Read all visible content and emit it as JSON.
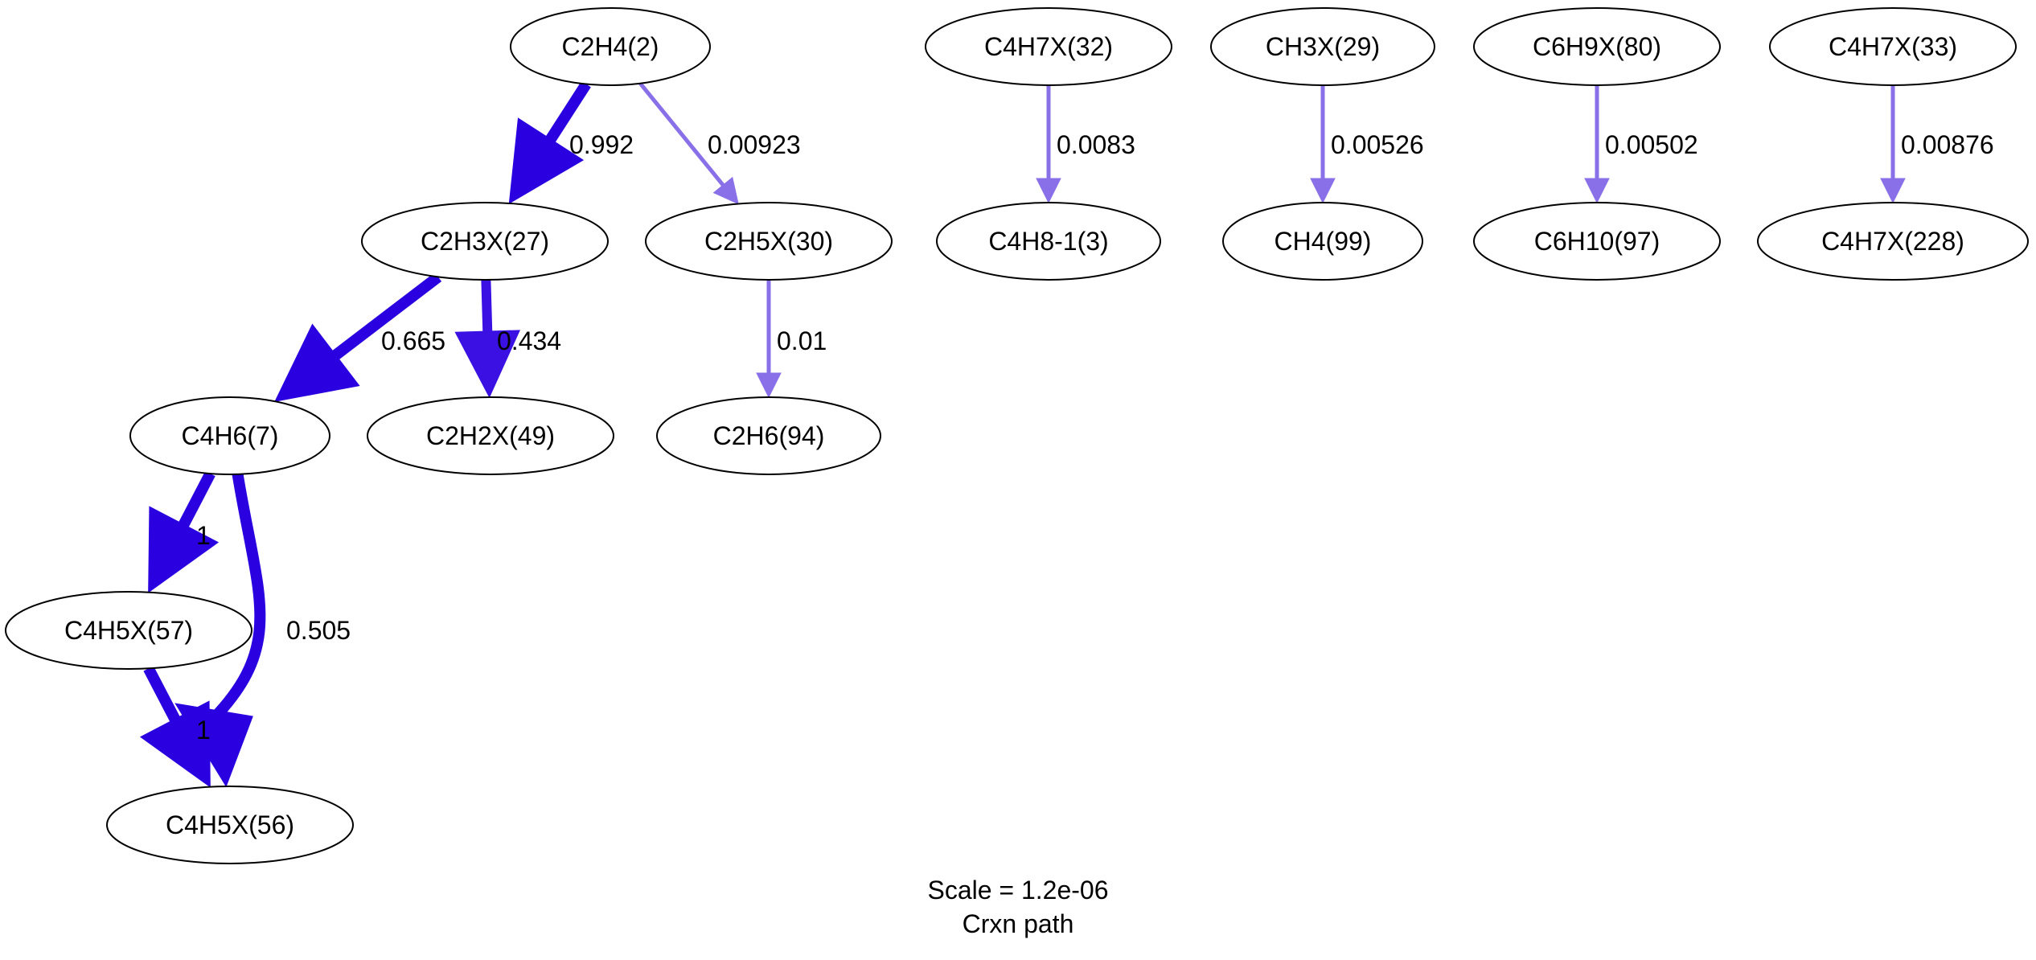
{
  "colors": {
    "strong": "#2a00e0",
    "medium": "#3a10e3",
    "weak": "#8a70e8",
    "node_stroke": "#000000"
  },
  "nodes": [
    {
      "id": "C2H4_2",
      "label": "C2H4(2)"
    },
    {
      "id": "C4H7X_32",
      "label": "C4H7X(32)"
    },
    {
      "id": "CH3X_29",
      "label": "CH3X(29)"
    },
    {
      "id": "C6H9X_80",
      "label": "C6H9X(80)"
    },
    {
      "id": "C4H7X_33",
      "label": "C4H7X(33)"
    },
    {
      "id": "C2H3X_27",
      "label": "C2H3X(27)"
    },
    {
      "id": "C2H5X_30",
      "label": "C2H5X(30)"
    },
    {
      "id": "C4H8_1_3",
      "label": "C4H8-1(3)"
    },
    {
      "id": "CH4_99",
      "label": "CH4(99)"
    },
    {
      "id": "C6H10_97",
      "label": "C6H10(97)"
    },
    {
      "id": "C4H7X_228",
      "label": "C4H7X(228)"
    },
    {
      "id": "C4H6_7",
      "label": "C4H6(7)"
    },
    {
      "id": "C2H2X_49",
      "label": "C2H2X(49)"
    },
    {
      "id": "C2H6_94",
      "label": "C2H6(94)"
    },
    {
      "id": "C4H5X_57",
      "label": "C4H5X(57)"
    },
    {
      "id": "C4H5X_56",
      "label": "C4H5X(56)"
    }
  ],
  "edges": [
    {
      "id": "e1",
      "from": "C2H4_2",
      "to": "C2H3X_27",
      "label": "0.992",
      "weight": "strong"
    },
    {
      "id": "e2",
      "from": "C2H4_2",
      "to": "C2H5X_30",
      "label": "0.00923",
      "weight": "weak"
    },
    {
      "id": "e3",
      "from": "C4H7X_32",
      "to": "C4H8_1_3",
      "label": "0.0083",
      "weight": "weak"
    },
    {
      "id": "e4",
      "from": "CH3X_29",
      "to": "CH4_99",
      "label": "0.00526",
      "weight": "weak"
    },
    {
      "id": "e5",
      "from": "C6H9X_80",
      "to": "C6H10_97",
      "label": "0.00502",
      "weight": "weak"
    },
    {
      "id": "e6",
      "from": "C4H7X_33",
      "to": "C4H7X_228",
      "label": "0.00876",
      "weight": "weak"
    },
    {
      "id": "e7",
      "from": "C2H3X_27",
      "to": "C4H6_7",
      "label": "0.665",
      "weight": "strong"
    },
    {
      "id": "e8",
      "from": "C2H3X_27",
      "to": "C2H2X_49",
      "label": "0.434",
      "weight": "medium"
    },
    {
      "id": "e9",
      "from": "C2H5X_30",
      "to": "C2H6_94",
      "label": "0.01",
      "weight": "weak"
    },
    {
      "id": "e10",
      "from": "C4H6_7",
      "to": "C4H5X_57",
      "label": "1",
      "weight": "strong"
    },
    {
      "id": "e11",
      "from": "C4H6_7",
      "to": "C4H5X_56",
      "label": "0.505",
      "weight": "strong"
    },
    {
      "id": "e12",
      "from": "C4H5X_57",
      "to": "C4H5X_56",
      "label": "1",
      "weight": "strong"
    }
  ],
  "caption": {
    "line1": "Scale = 1.2e-06",
    "line2": "Crxn path"
  }
}
